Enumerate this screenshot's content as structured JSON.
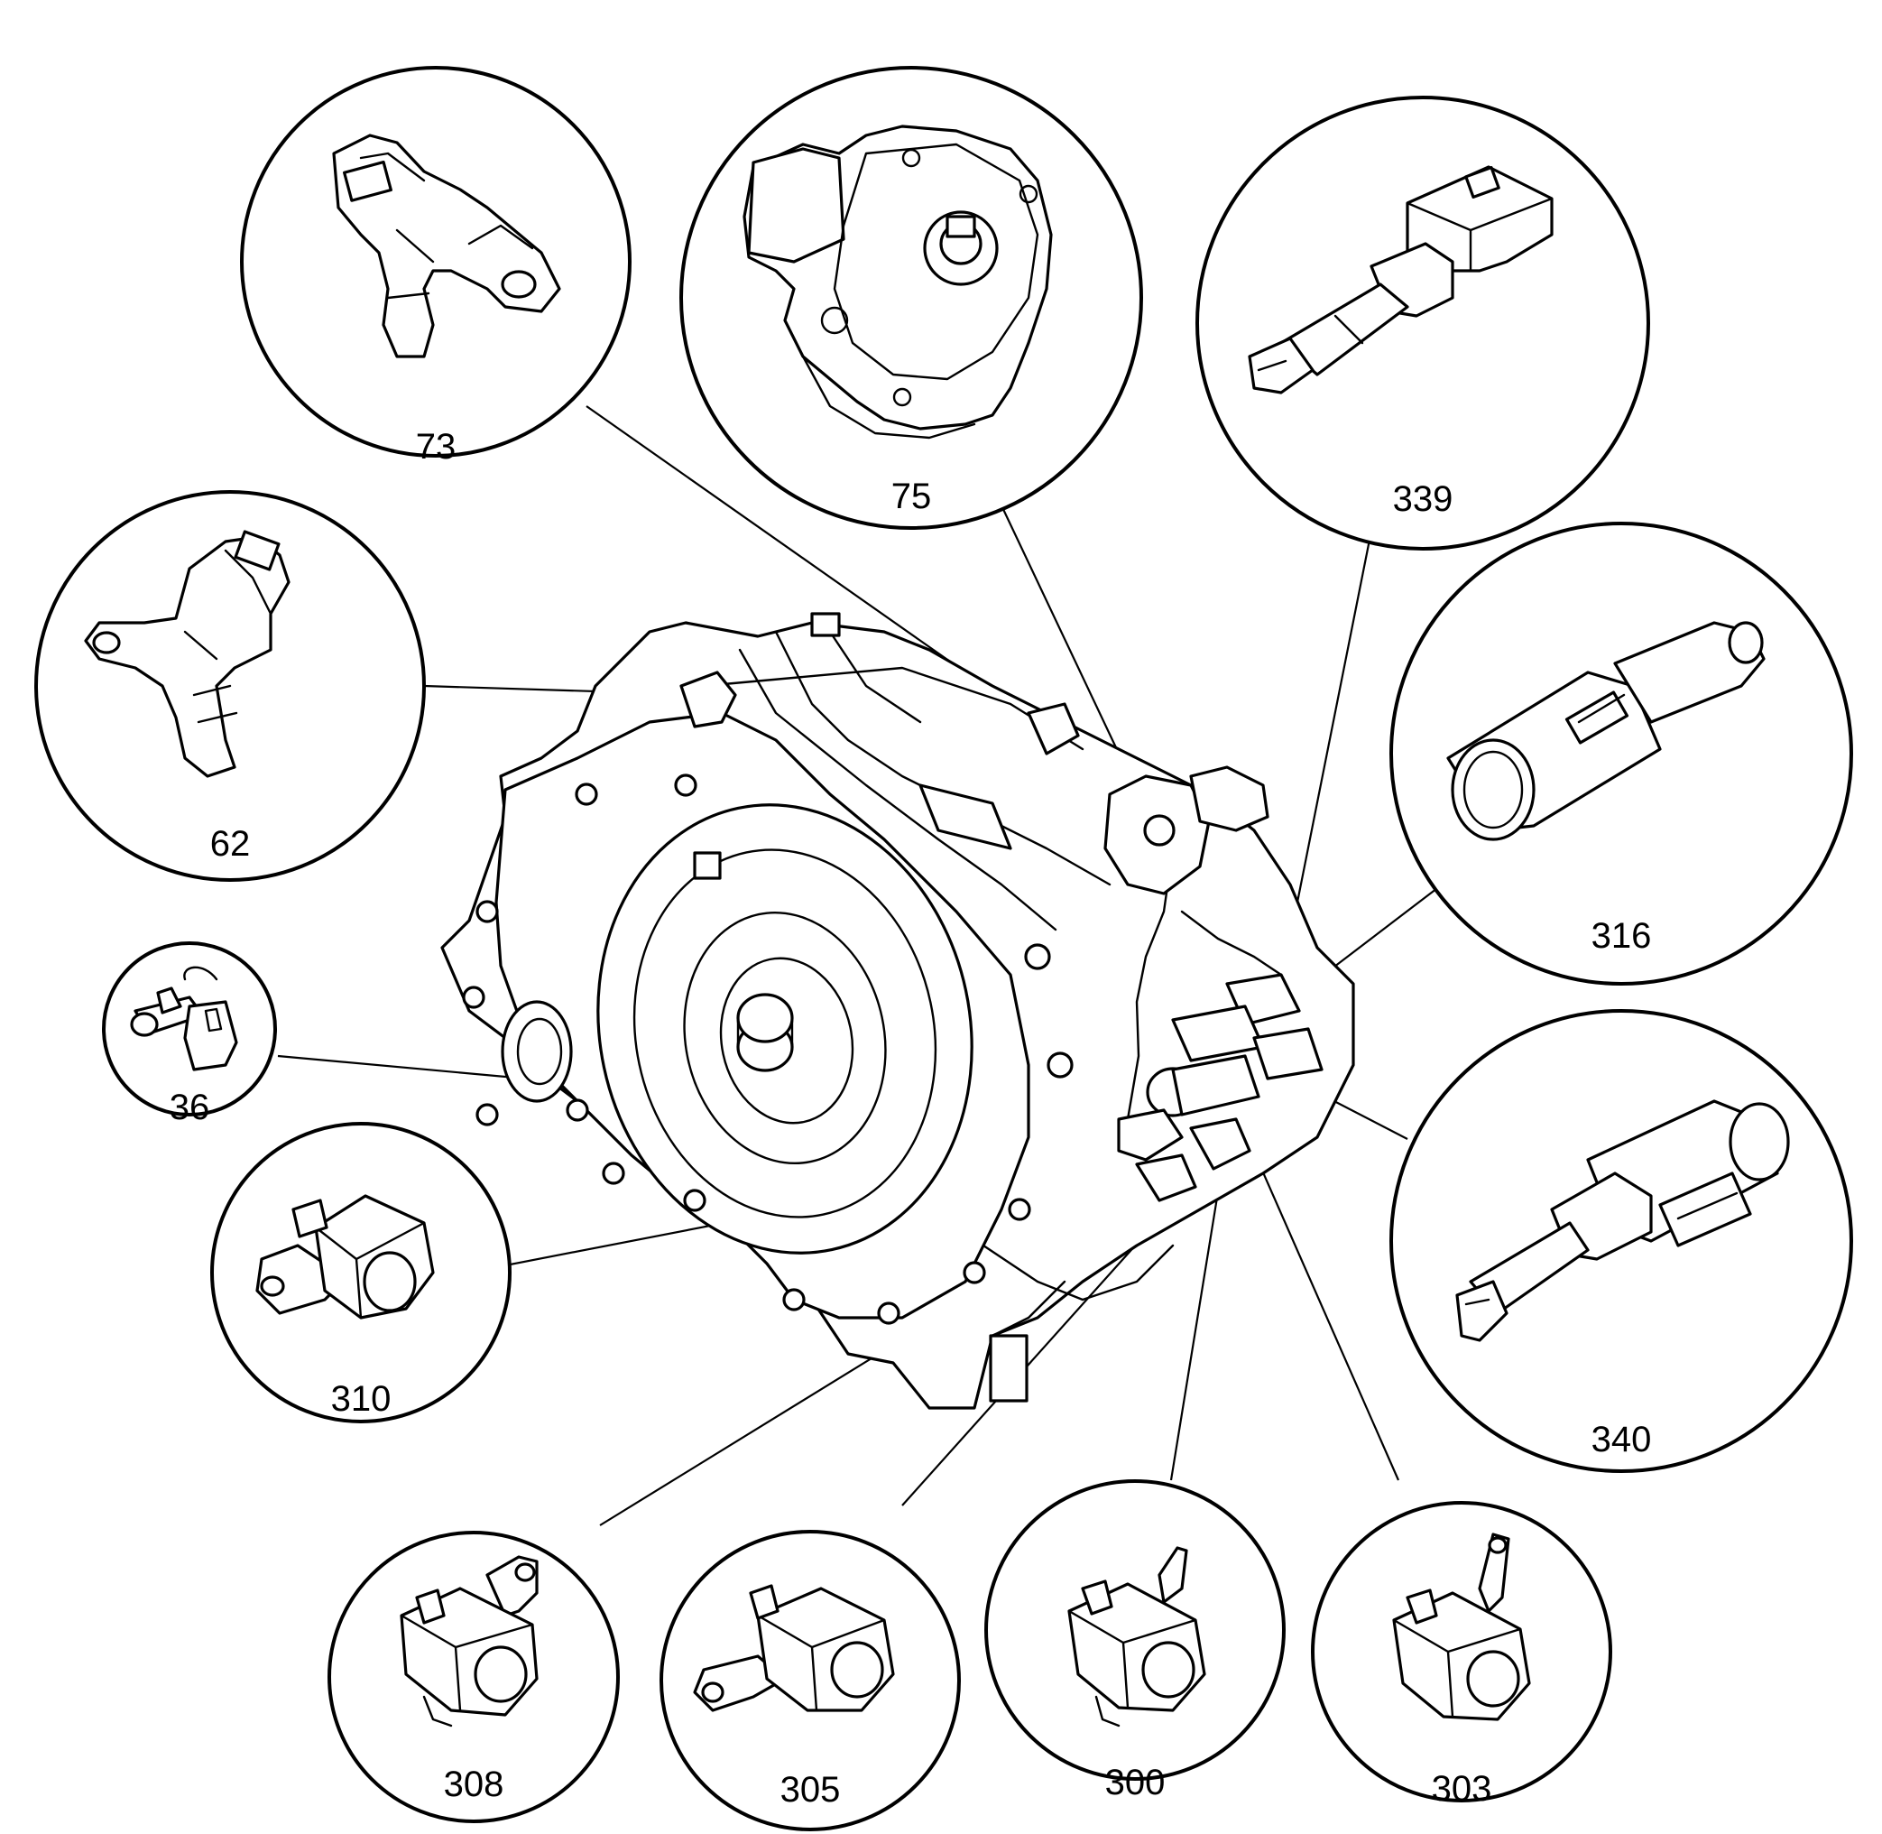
{
  "callouts": {
    "c73": "73",
    "c75": "75",
    "c339": "339",
    "c62": "62",
    "c316": "316",
    "c36": "36",
    "c310": "310",
    "c340": "340",
    "c308": "308",
    "c305": "305",
    "c300": "300",
    "c303": "303"
  }
}
